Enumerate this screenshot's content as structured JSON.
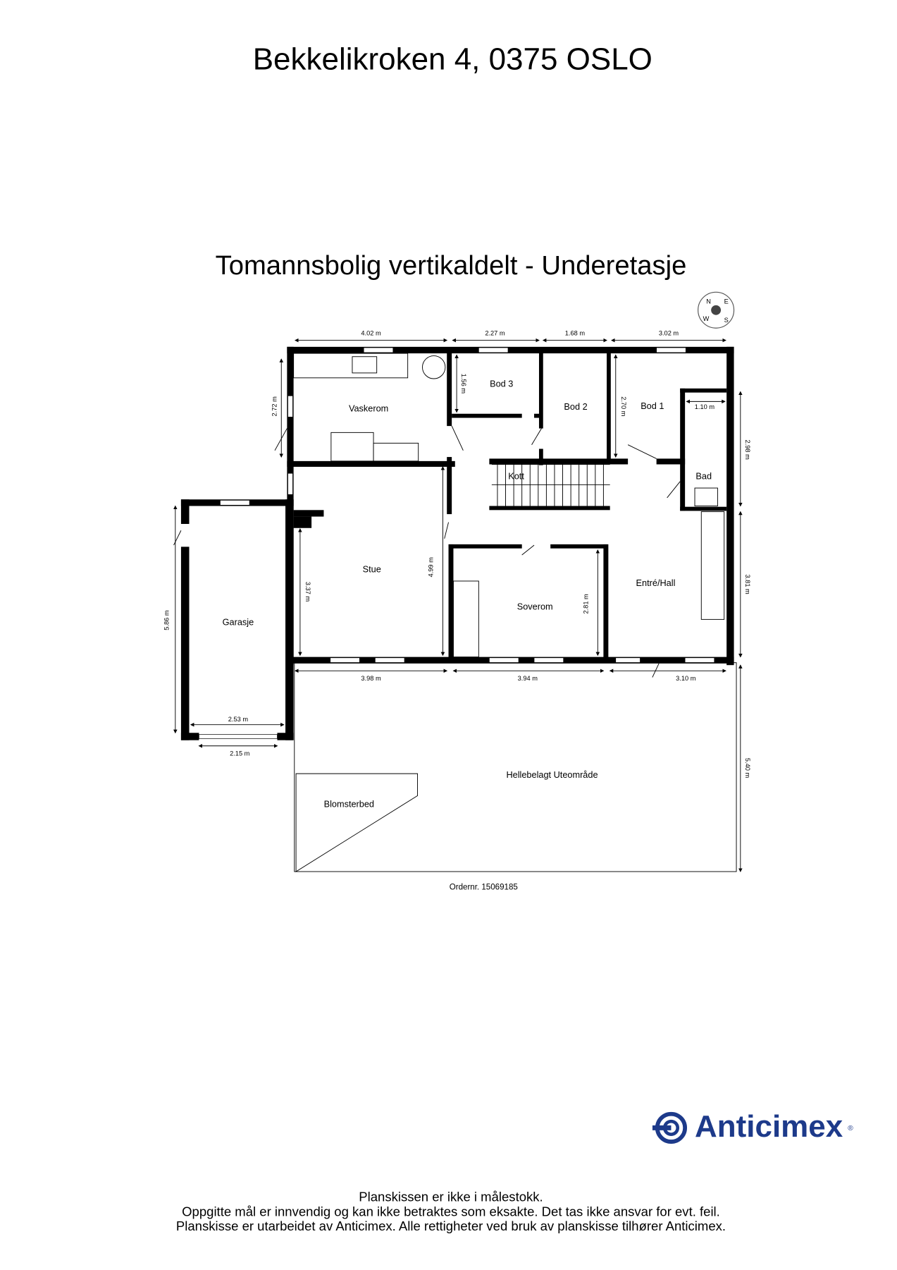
{
  "header": {
    "title": "Bekkelikroken 4, 0375 OSLO",
    "subtitle": "Tomannsbolig vertikaldelt  - Underetasje"
  },
  "rooms": {
    "vaskerom": "Vaskerom",
    "bod3": "Bod 3",
    "bod2": "Bod 2",
    "bod1": "Bod 1",
    "bad": "Bad",
    "kott": "Kott",
    "stue": "Stue",
    "soverom": "Soverom",
    "entre": "Entré/Hall",
    "garasje": "Garasje",
    "uteomrade": "Hellebelagt Uteområde",
    "blomsterbed": "Blomsterbed"
  },
  "dimensions": {
    "top1": "4.02 m",
    "top2": "2.27 m",
    "top3": "1.68 m",
    "top4": "3.02 m",
    "vaskerom_h": "2.72 m",
    "bod3_h": "1.56 m",
    "bod1_h": "2.70 m",
    "bad_w": "1.10 m",
    "right1": "2.98 m",
    "right2": "3.81 m",
    "right3": "5.40 m",
    "stue_h": "3.37 m",
    "hall_h": "4.99 m",
    "soverom_h": "2.81 m",
    "garasje_h": "5.86 m",
    "garasje_w": "2.53 m",
    "garasje_door": "2.15 m",
    "bottom1": "3.98 m",
    "bottom2": "3.94 m",
    "bottom3": "3.10 m"
  },
  "compass": {
    "labels": [
      "N",
      "E",
      "S",
      "W"
    ]
  },
  "order": "Ordernr. 15069185",
  "logo": {
    "text": "Anticimex",
    "mark": "®",
    "color": "#1d3a8a"
  },
  "footer": {
    "line1": "Planskissen er ikke i målestokk.",
    "line2": "Oppgitte mål er innvendig og kan ikke betraktes som eksakte. Det tas ikke ansvar for evt. feil.",
    "line3": "Planskisse er utarbeidet av Anticimex. Alle rettigheter ved bruk av planskisse tilhører Anticimex."
  }
}
